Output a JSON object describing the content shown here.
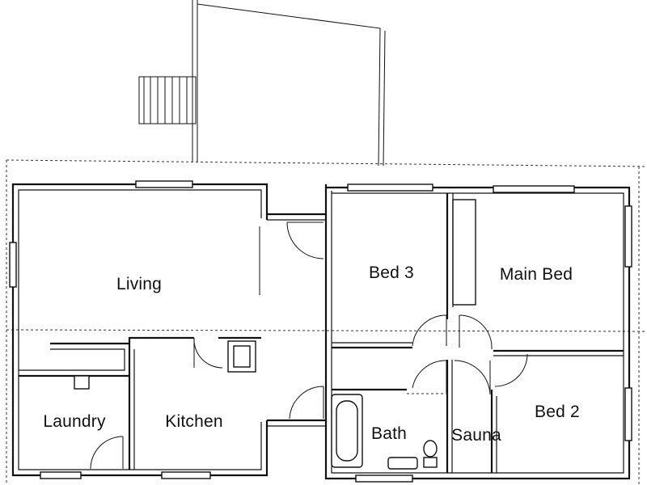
{
  "rooms": {
    "living": "Living",
    "bed3": "Bed 3",
    "main_bed": "Main Bed",
    "laundry": "Laundry",
    "kitchen": "Kitchen",
    "bath": "Bath",
    "sauna": "Sauna",
    "bed2": "Bed 2"
  }
}
